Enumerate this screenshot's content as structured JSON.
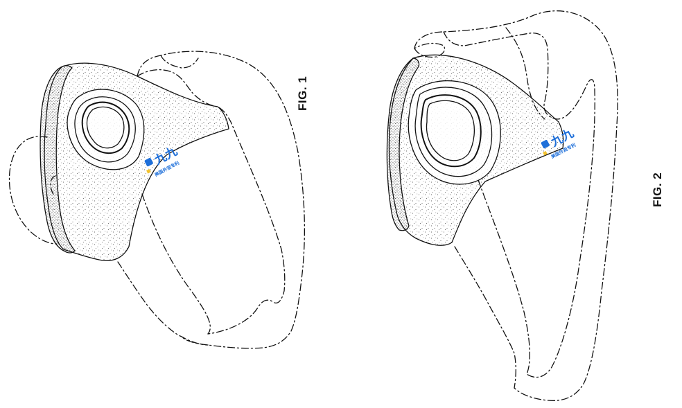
{
  "figures": [
    {
      "id": "fig1",
      "label": "FIG. 1"
    },
    {
      "id": "fig2",
      "label": "FIG. 2"
    }
  ],
  "watermark": {
    "logo_text": "九九",
    "caption": "美国外观专利",
    "color": "#1e6fd9"
  },
  "colors": {
    "line": "#111111",
    "paper": "#ffffff",
    "stipple": "#3a3a3a"
  }
}
